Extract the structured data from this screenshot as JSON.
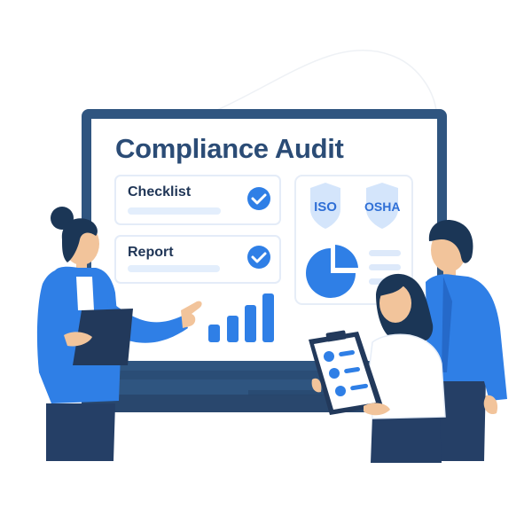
{
  "board": {
    "title": "Compliance Audit",
    "frame_color": "#2f5580",
    "accent_color": "#2f7fe6"
  },
  "checklist_cards": [
    {
      "label": "Checklist",
      "status": "checked",
      "icon": "check-circle-icon"
    },
    {
      "label": "Report",
      "status": "checked",
      "icon": "check-circle-icon"
    }
  ],
  "badges": [
    {
      "label": "ISO",
      "icon": "shield-icon"
    },
    {
      "label": "OSHA",
      "icon": "shield-icon"
    }
  ],
  "widgets": {
    "pie_chart": "pie-chart-icon",
    "bar_chart": "bar-chart-icon",
    "bar_count": 4
  },
  "people": [
    {
      "role": "presenter",
      "holding": "tablet",
      "gesture": "pointing"
    },
    {
      "role": "reviewer",
      "holding": "clipboard"
    },
    {
      "role": "observer"
    }
  ],
  "clipboard": {
    "items": 3
  }
}
